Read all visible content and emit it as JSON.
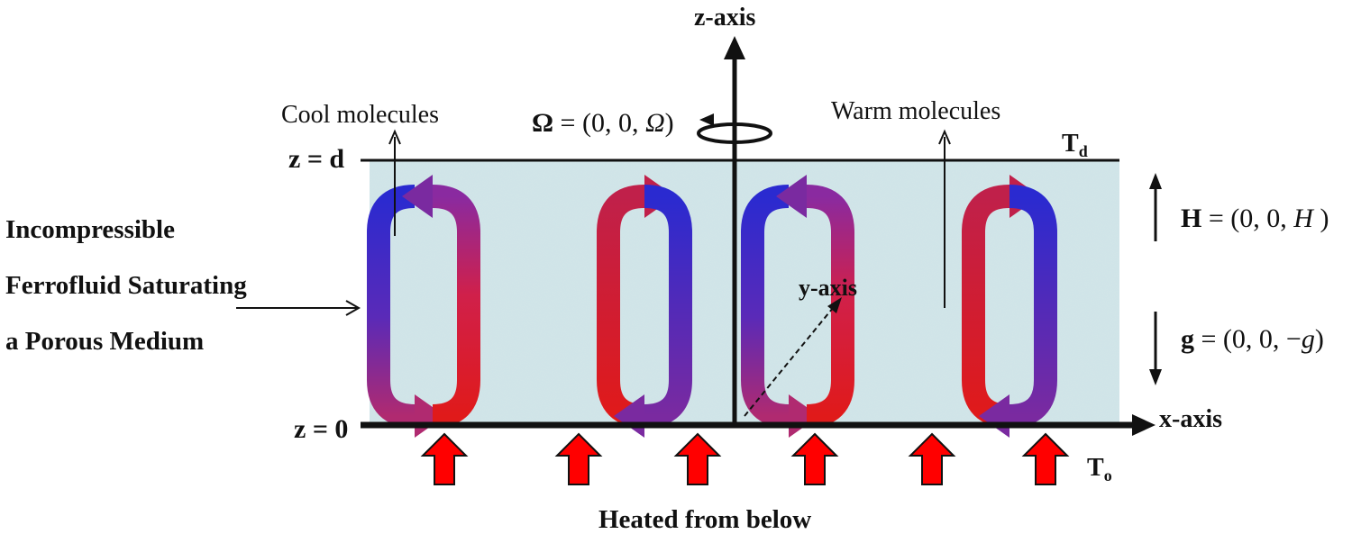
{
  "axes": {
    "z_axis": "z-axis",
    "x_axis": "x-axis",
    "y_axis": "y-axis"
  },
  "boundaries": {
    "top": "z = d",
    "bottom": "z = 0",
    "top_temp_symbol": "T",
    "top_temp_sub": "d",
    "bottom_temp_symbol": "T",
    "bottom_temp_sub": "o"
  },
  "labels": {
    "cool": "Cool molecules",
    "warm": "Warm molecules",
    "heated": "Heated from below",
    "fluid_line1": "Incompressible",
    "fluid_line2": "Ferrofluid Saturating",
    "fluid_line3": "a Porous Medium"
  },
  "equations": {
    "omega_sym": "Ω",
    "omega_mid": " = (0, 0, ",
    "omega_var": "Ω",
    "omega_end": ")",
    "h_sym": "H",
    "h_mid": " = (0, 0, ",
    "h_var": "H",
    "h_end": " )",
    "g_sym": "g",
    "g_mid": " = (0, 0, −",
    "g_var": "g",
    "g_end": ")"
  },
  "colors": {
    "hot": "#e01a1a",
    "cold": "#2a2ad0",
    "mid": "#7a2aa0",
    "heat_arrow": "#ff0000",
    "fluid_bg": "#cfe2e2"
  }
}
